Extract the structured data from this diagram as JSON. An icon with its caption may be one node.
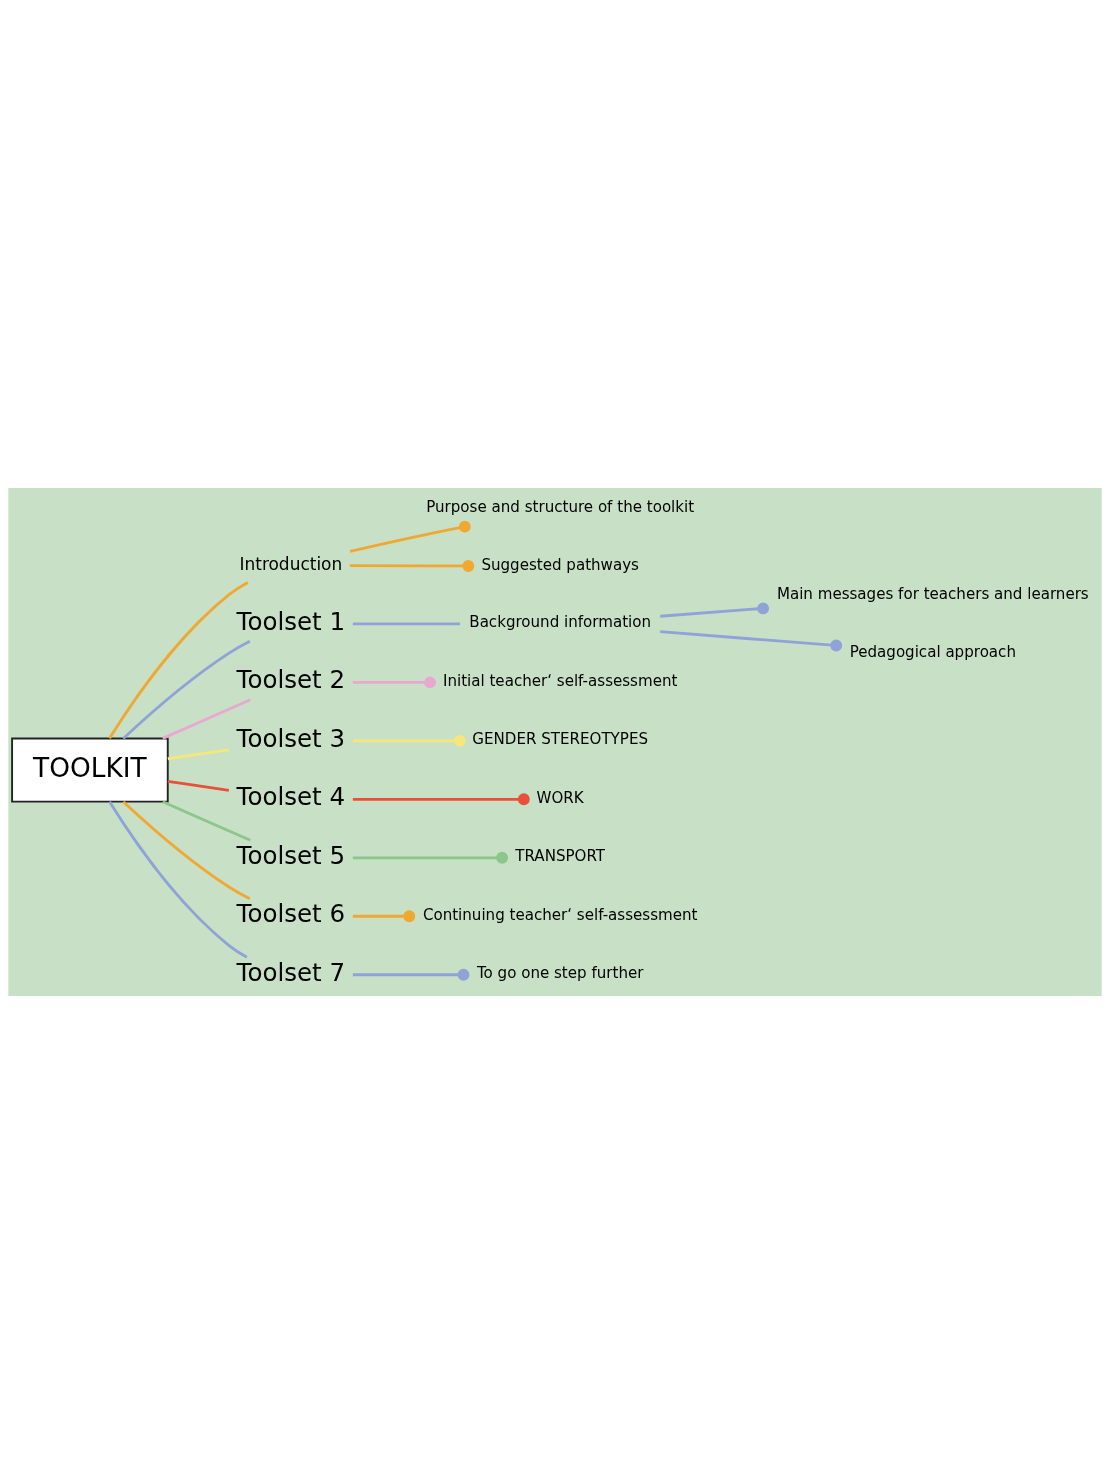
{
  "diagram": {
    "nodes": [
      {
        "text": [
          "TOOLKIT"
        ]
      },
      {
        "text": [
          "Introduction"
        ]
      },
      {
        "text": [
          "Purpose and structure of the toolkit"
        ]
      },
      {
        "text": [
          "Suggested pathways"
        ]
      },
      {
        "text": [
          "Toolset 1"
        ]
      },
      {
        "text": [
          "Background information"
        ]
      },
      {
        "text": [
          "Main messages for teachers and learners"
        ]
      },
      {
        "text": [
          "Pedagogical approach"
        ]
      },
      {
        "text": [
          "Toolset 2"
        ]
      },
      {
        "text": [
          "Initial teacher‘ self-assessment"
        ]
      },
      {
        "text": [
          "Toolset 3"
        ]
      },
      {
        "text": [
          "GENDER STEREOTYPES"
        ]
      },
      {
        "text": [
          "Toolset 4"
        ]
      },
      {
        "text": [
          "WORK"
        ]
      },
      {
        "text": [
          "Toolset 5"
        ]
      },
      {
        "text": [
          "TRANSPORT"
        ]
      },
      {
        "text": [
          "Toolset 6"
        ]
      },
      {
        "text": [
          "Continuing teacher‘ self-assessment"
        ]
      },
      {
        "text": [
          "Toolset 7"
        ]
      },
      {
        "text": [
          "To go one step further"
        ]
      }
    ],
    "edges": [
      {
        "from": 0,
        "to": 1,
        "arrow": "none",
        "color": "#f0a830"
      },
      {
        "from": 1,
        "to": 2,
        "arrow": "other",
        "color": "#f0a830"
      },
      {
        "from": 1,
        "to": 3,
        "arrow": "other",
        "color": "#f0a830"
      },
      {
        "from": 0,
        "to": 4,
        "arrow": "none",
        "color": "#8fa3d8"
      },
      {
        "from": 4,
        "to": 5,
        "arrow": "none",
        "color": "#8fa3d8"
      },
      {
        "from": 5,
        "to": 6,
        "arrow": "other",
        "color": "#8fa3d8"
      },
      {
        "from": 5,
        "to": 7,
        "arrow": "other",
        "color": "#8fa3d8"
      },
      {
        "from": 0,
        "to": 8,
        "arrow": "none",
        "color": "#e8a8d0"
      },
      {
        "from": 8,
        "to": 9,
        "arrow": "other",
        "color": "#e8a8d0"
      },
      {
        "from": 0,
        "to": 10,
        "arrow": "none",
        "color": "#f5e77a"
      },
      {
        "from": 10,
        "to": 11,
        "arrow": "other",
        "color": "#f5e77a"
      },
      {
        "from": 0,
        "to": 12,
        "arrow": "none",
        "color": "#e8503a"
      },
      {
        "from": 12,
        "to": 13,
        "arrow": "other",
        "color": "#e8503a"
      },
      {
        "from": 0,
        "to": 14,
        "arrow": "none",
        "color": "#8cc68a"
      },
      {
        "from": 14,
        "to": 15,
        "arrow": "other",
        "color": "#8cc68a"
      },
      {
        "from": 0,
        "to": 16,
        "arrow": "none",
        "color": "#f0a830"
      },
      {
        "from": 16,
        "to": 17,
        "arrow": "other",
        "color": "#f0a830"
      },
      {
        "from": 0,
        "to": 18,
        "arrow": "none",
        "color": "#8fa3d8"
      },
      {
        "from": 18,
        "to": 19,
        "arrow": "other",
        "color": "#8fa3d8"
      }
    ]
  }
}
